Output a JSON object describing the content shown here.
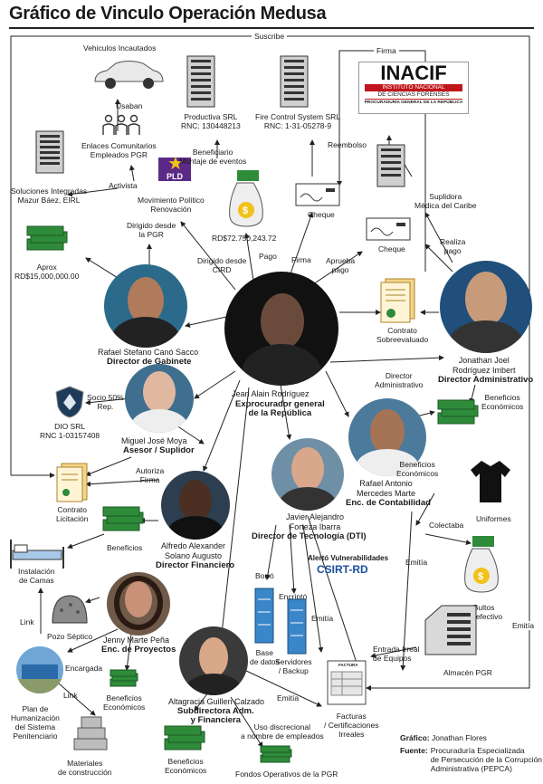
{
  "title": "Gráfico de Vinculo Operación Medusa",
  "edges": {
    "suscribe": "Suscribe",
    "firma_top": "Firma",
    "usaban": "Usaban",
    "activista": "Activista",
    "beneficiario": "Beneficiario\nMontaje de eventos",
    "reembolso": "Reembolso",
    "dirigido_pgr": "Dirigido desde\nla PGR",
    "dirigido_cird": "Dirigido desde\nCIRD",
    "pago": "Pago",
    "firma": "Firma",
    "aprueba_pago": "Aprueba\npago",
    "realiza_pago": "Realiza\npago",
    "director_admin": "Director\nAdministrativo",
    "socio": "Socio 50%\nRep.",
    "autoriza_firma": "Autoriza\nFirma",
    "colectaba": "Colectaba",
    "emitia": "Emitía",
    "emitia2": "Emitía",
    "emitia3": "Emitía",
    "emitia4": "Emitía",
    "borro": "Borró",
    "encripto": "Encriptó",
    "link": "Link",
    "link2": "Link",
    "encargada": "Encargada",
    "entrada": "Entrada Irreal\nde Equipos",
    "uso": "Uso discrecional\na nombre de empleados"
  },
  "nodes": {
    "vehiculos": "Vehiculos Incautados",
    "enlaces": "Enlaces Comunitarios\nEmpleados PGR",
    "soluciones": "Soluciones Integradas\nMazur Báez, EIRL",
    "aprox": "Aprox\nRD$15,000,000.00",
    "productiva": "Productiva SRL\nRNC: 130448213",
    "fire": "Fire Control System SRL\nRNC: 1-31-05278-9",
    "pld": "PLD",
    "movimiento": "Movimiento Político\nRenovación",
    "monto": "RD$72.750,243.72",
    "cheque1": "Cheque",
    "cheque2": "Cheque",
    "inacif_title": "INACIF",
    "inacif_sub1": "INSTITUTO NACIONAL",
    "inacif_sub2": "DE CIENCIAS FORENSES",
    "inacif_sub3": "PROCURADURÍA GENERAL DE LA REPÚBLICA",
    "suplidora": "Suplidora\nMédica del Caribe",
    "contrato_sobre": "Contrato\nSobreevaluado",
    "beneficios_econ1": "Beneficios\nEconómicos",
    "beneficios_econ2": "Beneficios\nEconómicos",
    "uniformes": "Uniformes",
    "bultos": "Bultos\nde efectivo",
    "dio": "DIO SRL\nRNC 1-03157408",
    "contrato_lic": "Contrato\nLicitación",
    "beneficios": "Beneficios",
    "instalacion": "Instalación\nde Camas",
    "pozo": "Pozo Séptico",
    "plan": "Plan de\nHumanización\ndel Sistema\nPenitenciario",
    "materiales": "Materiales\nde construcción",
    "beneficios_econ3": "Beneficios\nEconómicos",
    "beneficios_econ4": "Beneficios\nEconómicos",
    "fondos": "Fondos Operativos de la PGR",
    "base_datos": "Base\nde datos",
    "servidores": "Servidores\n/ Backup",
    "facturas": "Facturas\n/ Certificaciones\nIrreales",
    "factura_tag": "FACTURA",
    "almacen": "Almacén PGR",
    "alerta": "Alertó Vulnerabilidades",
    "csirt": "CSIRT-RD"
  },
  "people": {
    "jean_name": "Jean Alain Rodríguez",
    "jean_role": "Exprocurador general\nde la República",
    "rafael_s_name": "Rafael Stefano Canó Sacco",
    "rafael_s_role": "Director de Gabinete",
    "jonathan_name": "Jonathan Joel\nRodríguez Imbert",
    "jonathan_role": "Director Administrativo",
    "miguel_name": "Miguel José Moya",
    "miguel_role": "Asesor / Suplidor",
    "rafael_a_name": "Rafael Antonio\nMercedes Marte",
    "rafael_a_role": "Enc. de Contabilidad",
    "javier_name": "Javier Alejandro\nForteza Ibarra",
    "javier_role": "Director de Tecnología (DTI)",
    "alfredo_name": "Alfredo Alexander\nSolano Augusto",
    "alfredo_role": "Director Financiero",
    "jenny_name": "Jenny Marte Peña",
    "jenny_role": "Enc. de Proyectos",
    "altagracia_name": "Altagracia Guillen Calzado",
    "altagracia_role": "Subdirectora Adm.\ny Financiera"
  },
  "credits": {
    "grafico_label": "Gráfico:",
    "grafico_value": "Jonathan Flores",
    "fuente_label": "Fuente:",
    "fuente_value": "Procuraduría Especializada\nde Persecución de la Corrupción\nAdministrativa (PEPCA)"
  },
  "colors": {
    "money": "#2e8b3a",
    "pld_purple": "#5b2a86",
    "pld_star": "#f2c21b",
    "inacif_red": "#c0161b",
    "csirt_blue": "#1b4f9c"
  }
}
